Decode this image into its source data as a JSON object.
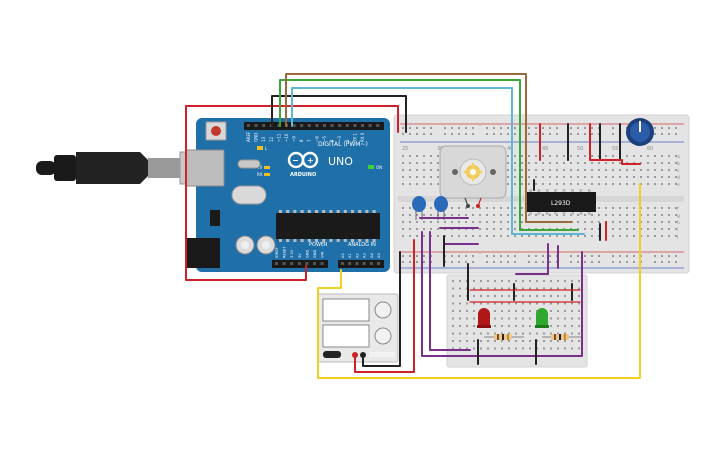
{
  "arduino": {
    "model": "UNO",
    "brand": "ARDUINO",
    "header_digital": "DIGITAL (PWM~)",
    "header_power": "POWER",
    "header_analog": "ANALOG IN",
    "label_on": "ON",
    "label_tx": "TX",
    "label_rx": "RX",
    "label_l": "L",
    "label_aref": "AREF",
    "label_gnd": "GND",
    "pins_digital": [
      "13",
      "12",
      "~11",
      "~10",
      "~9",
      "8",
      "7",
      "~6",
      "~5",
      "4",
      "~3",
      "2",
      "TX 1",
      "RX 0"
    ],
    "pins_power": [
      "IOREF",
      "RESET",
      "3.3V",
      "5V",
      "GND",
      "GND",
      "VIN"
    ],
    "pins_analog": [
      "A0",
      "A1",
      "A2",
      "A3",
      "A4",
      "A5"
    ]
  },
  "breadboard": {
    "col_labels_top": [
      "25",
      "30",
      "35",
      "40",
      "45",
      "50",
      "55",
      "60"
    ],
    "row_labels": [
      "a",
      "b",
      "c",
      "d",
      "e",
      "f",
      "g",
      "h",
      "i",
      "j"
    ]
  },
  "driver_chip": {
    "label": "L293D"
  },
  "colors": {
    "arduino_board": "#1f6fa8",
    "breadboard": "#e6e6e6",
    "wire_red": "#d0202a",
    "wire_black": "#222222",
    "wire_green": "#3aa63a",
    "wire_brown": "#9a6a3a",
    "wire_cyan": "#5fb7d4",
    "wire_purple": "#7a2f8a",
    "wire_yellow": "#f0d020",
    "led_red": "#b01818",
    "led_green": "#2ea82e"
  }
}
